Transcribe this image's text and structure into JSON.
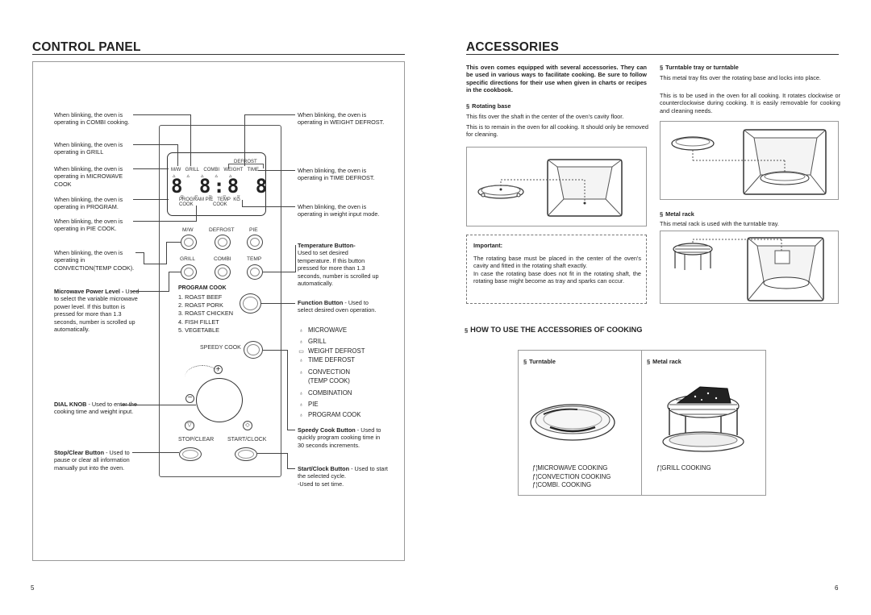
{
  "left_title": "CONTROL PANEL",
  "right_title": "ACCESSORIES",
  "page_left": "5",
  "page_right": "6",
  "cp": {
    "left": {
      "combi": "When blinking, the oven is operating in COMBI cooking.",
      "grill": "When blinking, the oven is operating in GRILL",
      "microwave": "When blinking, the oven is operating in MICROWAVE COOK",
      "program": "When blinking, the oven is operating in PROGRAM.",
      "pie": "When blinking, the oven is operating in PIE COOK.",
      "convection": "When blinking, the oven is operating in CONVECTION(TEMP COOK).",
      "mpl_title": "Microwave Power Level -",
      "mpl_text": "Used to select the variable microwave power level. If this button is pressed for more than 1.3 seconds, number is scrolled up automatically.",
      "dial_title": "DIAL KNOB",
      "dial_text": "- Used to enter the cooking time and weight input.",
      "stop_title": "Stop/Clear Button",
      "stop_text": "- Used to pause or clear all information manually put into the oven."
    },
    "right": {
      "weight_defrost": "When blinking, the oven is operating in WEIGHT DEFROST.",
      "time_defrost": "When blinking, the oven is operating in TIME DEFROST.",
      "weight_input": "When blinking, the oven is operating in weight input mode.",
      "temp_title": "Temperature Button-",
      "temp_text": "Used to set desired temperature. If this button pressed for more than 1.3 seconds, number is scrolled up automatically.",
      "func_title": "Function Button",
      "func_text": "- Used to select desired oven operation.",
      "modes": [
        "MICROWAVE",
        "GRILL",
        "WEIGHT DEFROST",
        "TIME DEFROST",
        "CONVECTION",
        "(TEMP COOK)",
        "COMBINATION",
        "PIE",
        "PROGRAM COOK"
      ],
      "speedy_title": "Speedy Cook Button",
      "speedy_text": "- Used to quickly program cooking time in 30 seconds increments.",
      "start_title": "Start/Clock Button",
      "start_text": "- Used to start the selected cycle.",
      "start_text2": "-Used to set time."
    },
    "panel": {
      "defrost_tag": "DEFROST",
      "top_labels": [
        "M/W",
        "GRILL",
        "COMBI",
        "WEIGHT",
        "TIME"
      ],
      "digits": "8 8:8 8",
      "bottom_labels": [
        "PROGRAM",
        "PIE",
        "TEMP",
        "KG"
      ],
      "cook1": "COOK",
      "cook2": "COOK",
      "row1": [
        "M/W",
        "DEFROST",
        "PIE"
      ],
      "row2": [
        "GRILL",
        "COMBI",
        "TEMP"
      ],
      "program_cook_title": "PROGRAM COOK",
      "program_list": [
        "1. ROAST BEEF",
        "2. ROAST PORK",
        "3. ROAST CHICKEN",
        "4. FISH FILLET",
        "5. VEGETABLE"
      ],
      "speedy": "SPEEDY COOK",
      "stop": "STOP/CLEAR",
      "start": "START/CLOCK"
    }
  },
  "acc": {
    "intro": "This oven comes equipped with several accessories. They can be used in various ways to facilitate cooking. Be sure to follow specific directions for their use when given in charts or recipes in the cookbook.",
    "rotating_base": {
      "title": "Rotating base",
      "p1": "This fits over the shaft in the center of the oven's cavity floor.",
      "p2": "This is to remain in the oven for all cooking. It should only be removed for cleaning."
    },
    "turntable_tray": {
      "title": "Turntable tray or turntable",
      "p1": "This metal tray fits over the rotating base and locks into place.",
      "p2": "This is to be used in the oven for all cooking. It rotates clockwise or counterclockwise during cooking. It is easily removable for cooking and cleaning needs."
    },
    "metal_rack": {
      "title": "Metal rack",
      "p1": "This metal rack is used with the turntable tray."
    },
    "important": {
      "title": "Important:",
      "p1": "The rotating base must be placed in the center of the oven's cavity and fitted in the rotating shaft exactly.",
      "p2": "In case the rotating base does not fit in the rotating shaft, the rotating base might become as tray and sparks can occur."
    },
    "how_title": "HOW TO USE THE ACCESSORIES OF COOKING",
    "table": {
      "col1": "Turntable",
      "col2": "Metal rack",
      "col1_items": [
        "MICROWAVE COOKING",
        "CONVECTION COOKING",
        "COMBI. COOKING"
      ],
      "col2_items": [
        "GRILL COOKING"
      ]
    },
    "bullet": "§",
    "check": "ƒ¦"
  }
}
